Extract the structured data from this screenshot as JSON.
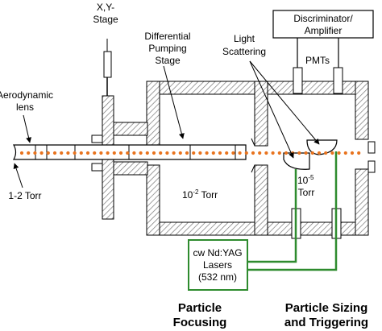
{
  "labels": {
    "xy_stage_line1": "X,Y-",
    "xy_stage_line2": "Stage",
    "diff_line1": "Differential",
    "diff_line2": "Pumping",
    "diff_line3": "Stage",
    "light_line1": "Light",
    "light_line2": "Scattering",
    "discriminator_line1": "Discriminator/",
    "discriminator_line2": "Amplifier",
    "pmts": "PMTs",
    "aero_line1": "Aerodynamic",
    "aero_line2": "lens",
    "pressure_lens": "1-2 Torr",
    "pressure_stage_base": "10",
    "pressure_stage_exp": "-2",
    "pressure_stage_unit": "Torr",
    "pressure_detect_base": "10",
    "pressure_detect_exp": "-5",
    "pressure_detect_unit": "Torr",
    "laser_line1": "cw Nd:YAG",
    "laser_line2": "Lasers",
    "laser_line3": "(532 nm)",
    "focusing_line1": "Particle",
    "focusing_line2": "Focusing",
    "sizing_line1": "Particle Sizing",
    "sizing_line2": "and Triggering"
  },
  "colors": {
    "particle_beam": "#E8731E",
    "laser_box": "#2E8B2E",
    "laser_fiber": "#2E8B2E",
    "outline": "#000000"
  }
}
